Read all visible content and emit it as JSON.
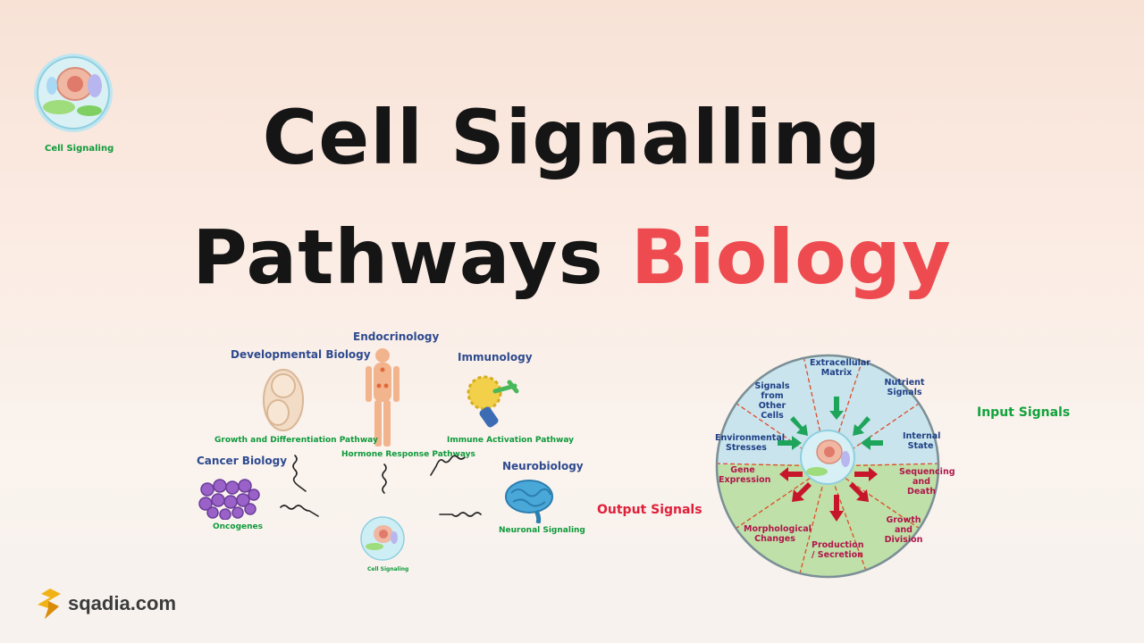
{
  "logo_top": {
    "caption": "Cell Signaling"
  },
  "title": {
    "line1": "Cell Signalling",
    "line2_main": "Pathways",
    "line2_accent": "Biology",
    "accent_color": "#ee4b50"
  },
  "diagram": {
    "topics": [
      {
        "name": "Developmental Biology",
        "pathway": "Growth and Differentiation Pathway"
      },
      {
        "name": "Endocrinology",
        "pathway": "Hormone Response Pathways"
      },
      {
        "name": "Immunology",
        "pathway": "Immune Activation Pathway"
      },
      {
        "name": "Cancer Biology",
        "pathway": "Oncogenes"
      },
      {
        "name": "Neurobiology",
        "pathway": "Neuronal Signaling"
      }
    ],
    "center_caption": "Cell Signaling"
  },
  "wheel": {
    "input_signals": [
      "Extracellular Matrix",
      "Nutrient Signals",
      "Internal State",
      "Environmental Stresses",
      "Signals from Other Cells"
    ],
    "output_signals": [
      "Sequencing and Death",
      "Growth and Division",
      "Production / Secretion",
      "Morphological Changes",
      "Gene Expression"
    ],
    "label_input": "Input Signals",
    "label_output": "Output Signals"
  },
  "brand": {
    "name": "sqadia.com"
  }
}
